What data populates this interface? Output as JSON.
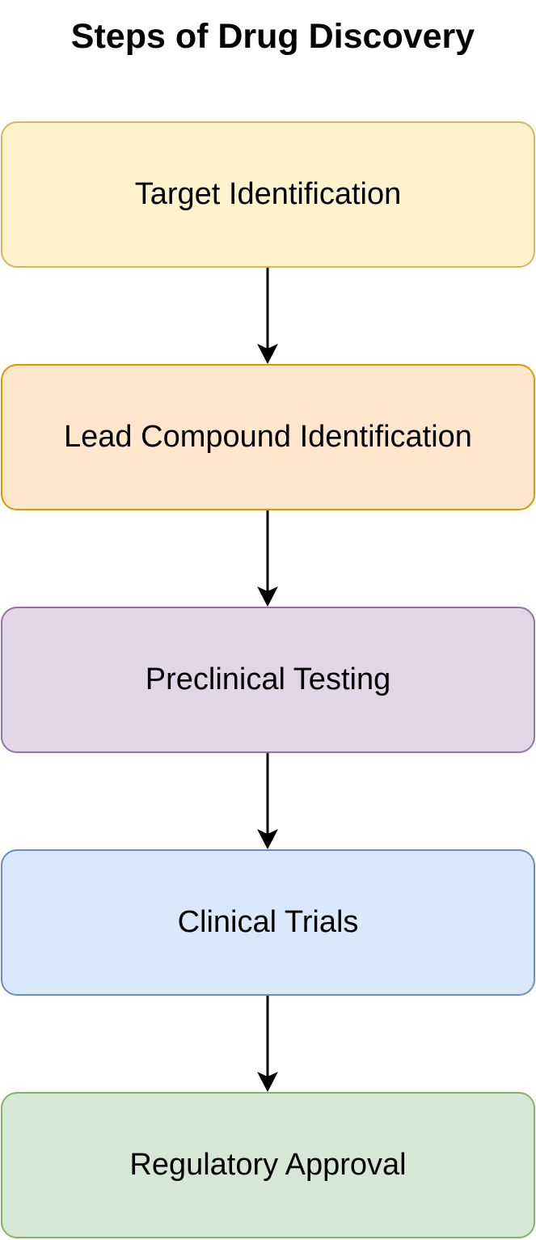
{
  "title": "Steps of Drug Discovery",
  "steps": [
    {
      "label": "Target Identification",
      "fill": "#fff2cc",
      "stroke": "#d6b656"
    },
    {
      "label": "Lead Compound Identification",
      "fill": "#ffe6cc",
      "stroke": "#d79b00"
    },
    {
      "label": "Preclinical Testing",
      "fill": "#e1d5e7",
      "stroke": "#9673a6"
    },
    {
      "label": "Clinical Trials",
      "fill": "#dae8fc",
      "stroke": "#6c8ebf"
    },
    {
      "label": "Regulatory Approval",
      "fill": "#d5e8d4",
      "stroke": "#82b366"
    }
  ],
  "arrow_color": "#000000"
}
